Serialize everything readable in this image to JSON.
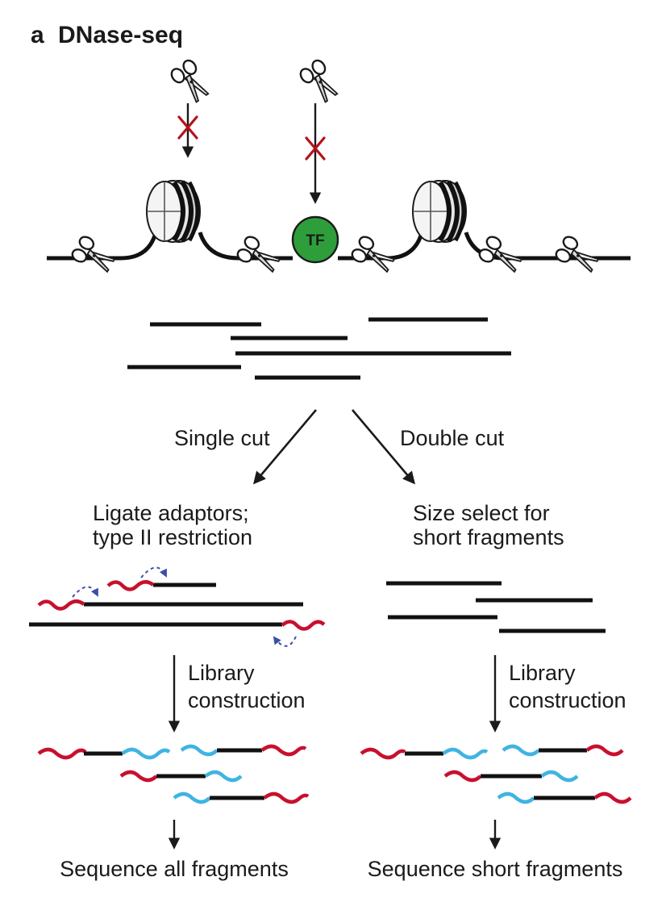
{
  "panel": {
    "letter": "a",
    "title": "DNase-seq"
  },
  "protein": {
    "label": "TF"
  },
  "branches": {
    "left": {
      "cut": "Single cut",
      "step_line1": "Ligate adaptors;",
      "step_line2": "type II restriction",
      "library_line1": "Library",
      "library_line2": "construction",
      "final": "Sequence all fragments"
    },
    "right": {
      "cut": "Double cut",
      "step_line1": "Size select for",
      "step_line2": "short fragments",
      "library_line1": "Library",
      "library_line2": "construction",
      "final": "Sequence short fragments"
    }
  },
  "colors": {
    "dna": "#111111",
    "adaptor_red": "#c8102e",
    "adaptor_blue": "#3fb4e2",
    "tf_green": "#2e9e3a",
    "block_mark": "#b5121b",
    "dashed_arrow": "#3b4fa8"
  },
  "icons": [
    "scissors-icon",
    "nucleosome-icon",
    "block-cross-icon"
  ]
}
